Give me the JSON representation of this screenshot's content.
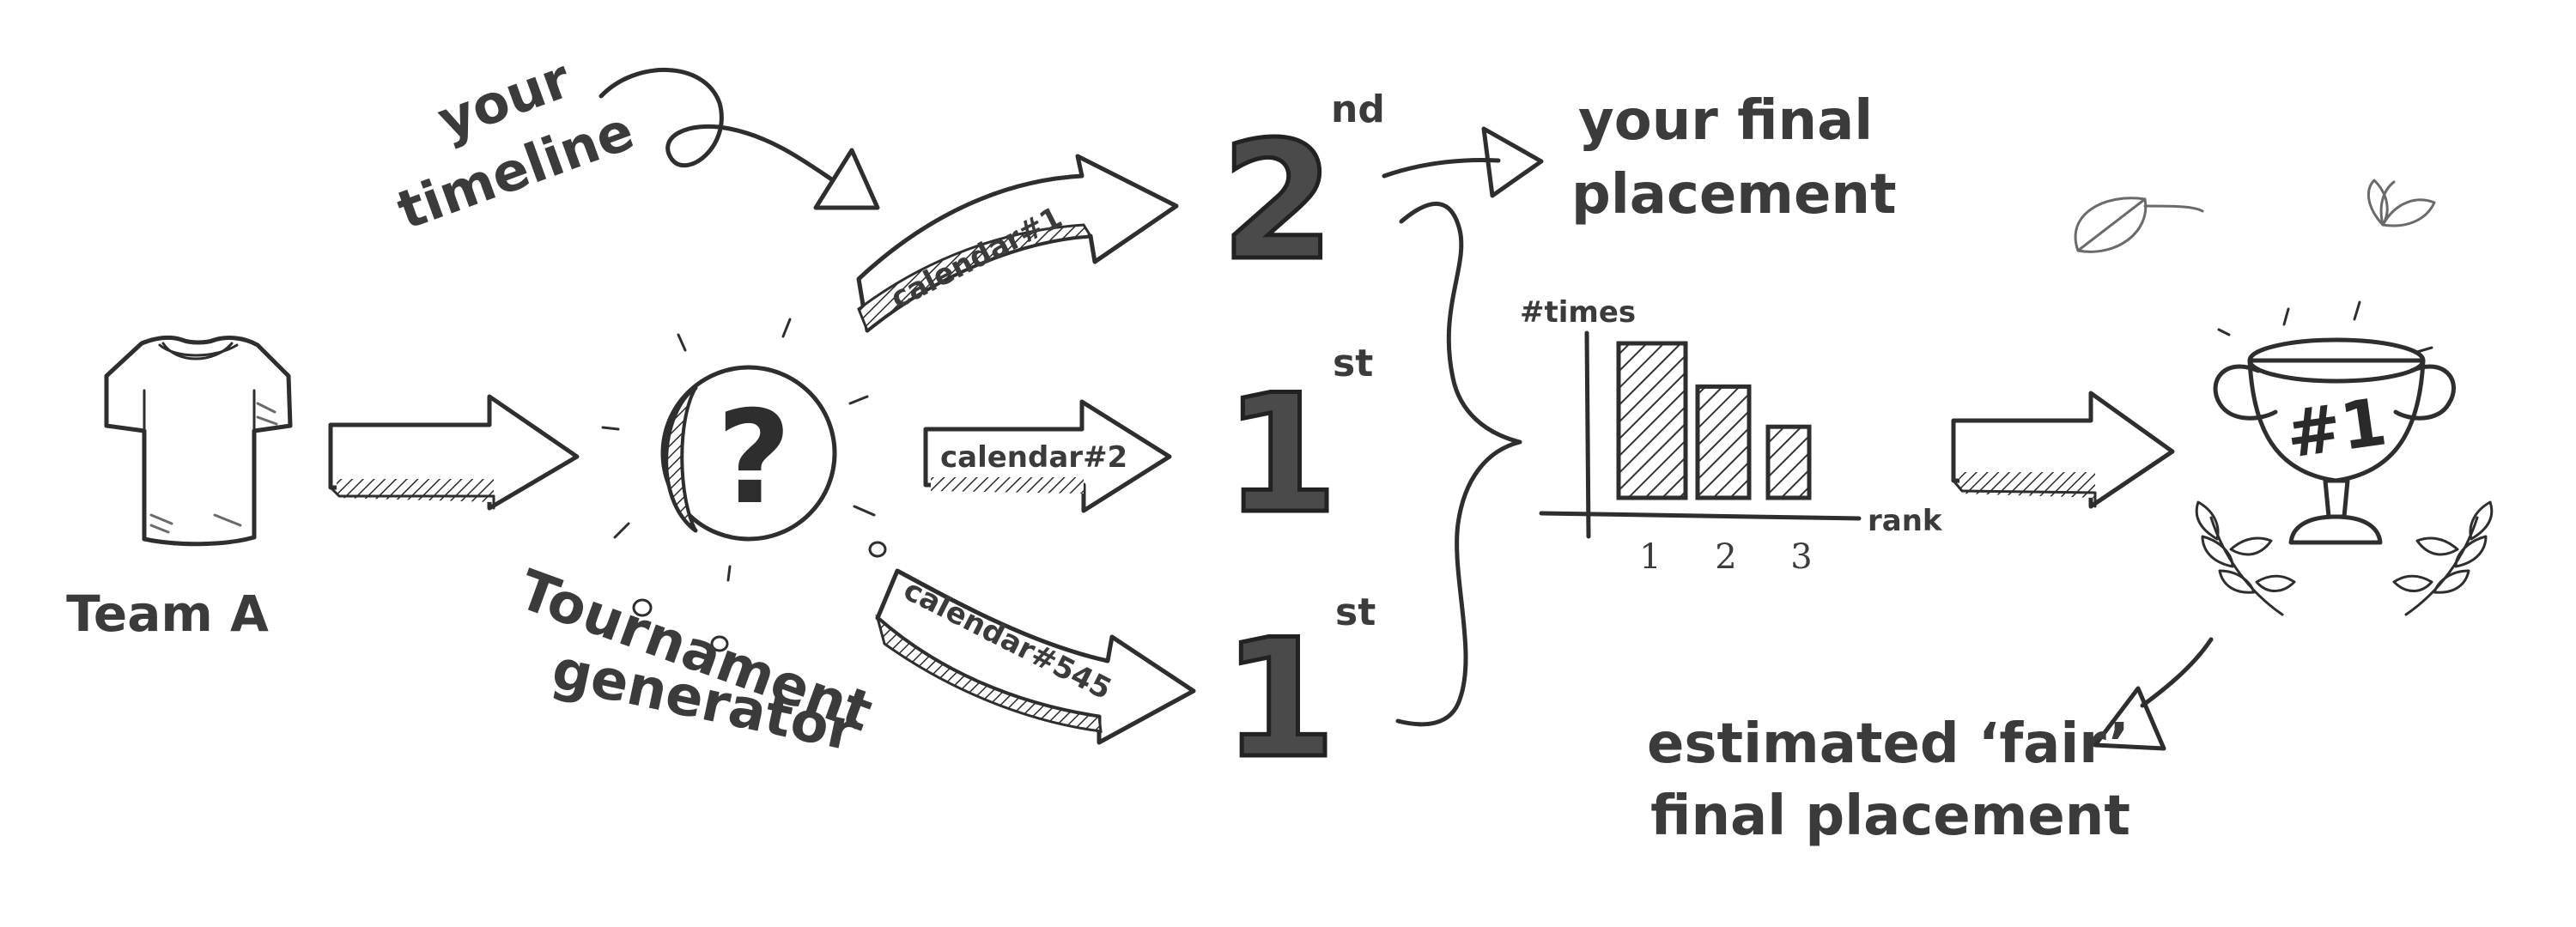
{
  "colors": {
    "ink": "#2e2e2e",
    "shade": "#4a4a4a",
    "paper": "#ffffff",
    "cup": "#8f8f8f"
  },
  "labels": {
    "your_timeline": [
      "your",
      "timeline"
    ],
    "team": "Team A",
    "generator": [
      "Tournament",
      "generator"
    ],
    "generator_symbol": "?",
    "your_final_placement": [
      "your final",
      "placement"
    ],
    "estimated": [
      "estimated ‘fair’",
      "final placement"
    ]
  },
  "calendars": [
    {
      "label": "calendar#1",
      "rank": "2",
      "suffix": "nd"
    },
    {
      "label": "calendar#2",
      "rank": "1",
      "suffix": "st"
    },
    {
      "label": "calendar#545",
      "rank": "1",
      "suffix": "st"
    }
  ],
  "trophy": {
    "label": "#1"
  },
  "icons": [
    "tshirt-icon",
    "coin-question-icon",
    "trophy-icon",
    "leaf-icon",
    "sprout-icon",
    "laurel-icon",
    "triangle-arrowhead-icon"
  ],
  "chart_data": {
    "type": "bar",
    "categories": [
      "1",
      "2",
      "3"
    ],
    "values": [
      5,
      3.6,
      2.3
    ],
    "ylabel": "#times",
    "xlabel": "rank"
  }
}
